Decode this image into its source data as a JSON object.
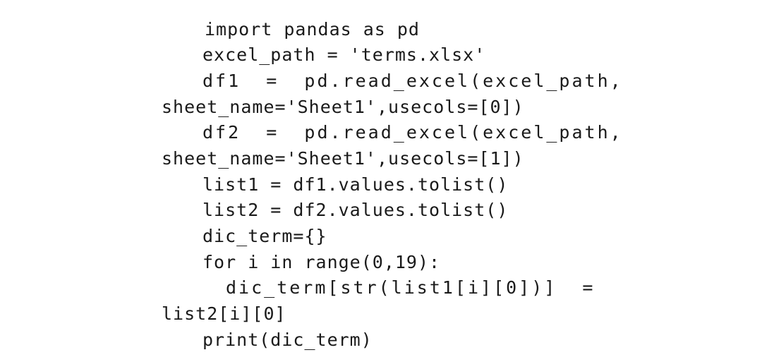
{
  "code": {
    "lines": [
      "import pandas as pd",
      "excel_path = 'terms.xlsx'",
      "df1  =  pd.read_excel(excel_path,",
      "sheet_name='Sheet1',usecols=[0])",
      "df2  =  pd.read_excel(excel_path,",
      "sheet_name='Sheet1',usecols=[1])",
      "list1 = df1.values.tolist()",
      "list2 = df2.values.tolist()",
      "dic_term={}",
      "for i in range(0,19):",
      "dic_term[str(list1[i][0])]  =",
      "list2[i][0]",
      "print(dic_term)"
    ]
  }
}
